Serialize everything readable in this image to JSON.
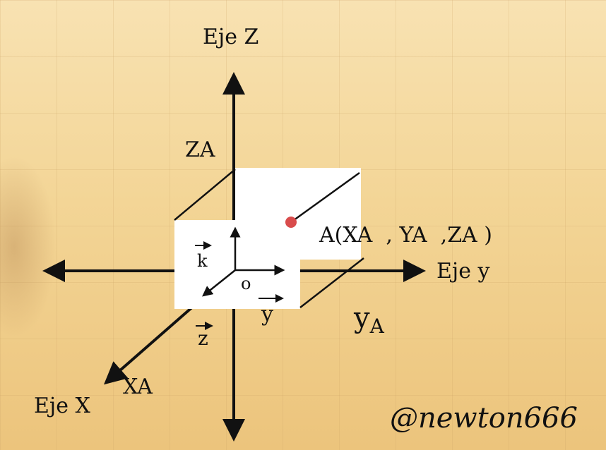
{
  "labels": {
    "axis_z": "Eje Z",
    "axis_y": "Eje y",
    "axis_x": "Eje X",
    "za": "ZA",
    "xa": "XA",
    "y_a_base": "y",
    "y_a_sub": "A",
    "point": "A(XA  , YA  ,ZA )",
    "unit_k": "k",
    "unit_y": "y",
    "unit_z": "z",
    "origin": "o"
  },
  "watermark": "@newton666",
  "colors": {
    "point": "#d94c4c",
    "axis": "#111111",
    "panel": "#ffffff"
  }
}
